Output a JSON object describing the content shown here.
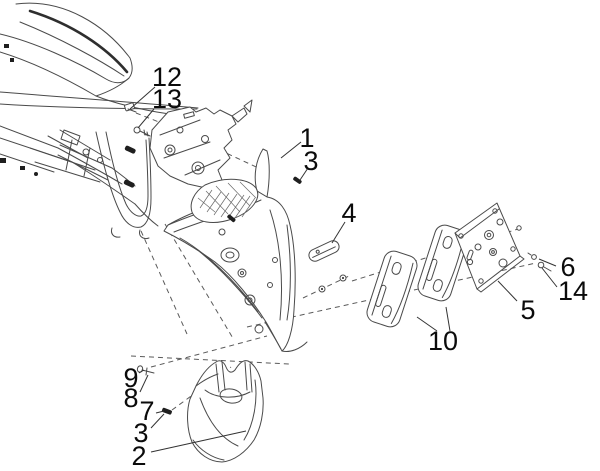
{
  "diagram": {
    "type": "exploded-parts-diagram",
    "colors": {
      "background": "#ffffff",
      "line": "#4a4a4a",
      "dashed": "#5a5a5a",
      "label": "#0b0b0b"
    },
    "callouts": [
      {
        "label": "12"
      },
      {
        "label": "13"
      },
      {
        "label": "1"
      },
      {
        "label": "3"
      },
      {
        "label": "4"
      },
      {
        "label": "6"
      },
      {
        "label": "14"
      },
      {
        "label": "5"
      },
      {
        "label": "10"
      },
      {
        "label": "9"
      },
      {
        "label": "8"
      },
      {
        "label": "7"
      },
      {
        "label": "3"
      },
      {
        "label": "2"
      }
    ]
  }
}
